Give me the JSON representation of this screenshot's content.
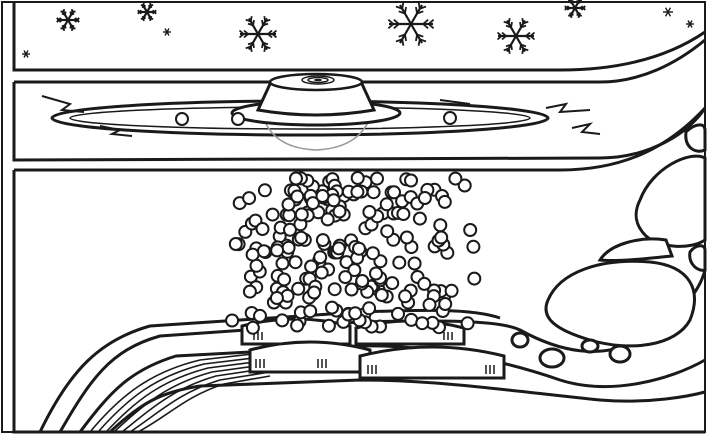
{
  "scene": {
    "style": "black-and-white line illustration",
    "colors": {
      "ink": "#1a1a1a",
      "paper": "#ffffff",
      "gray": "#9a9a9a"
    },
    "regions": [
      {
        "name": "winter-sky-panel",
        "icons": [
          "snowflake-icon"
        ]
      },
      {
        "name": "pond-surface-panel",
        "icons": [
          "floating-deicer-icon",
          "ice-crack-icon"
        ]
      },
      {
        "name": "underwater-panel",
        "icons": [
          "air-bubble-icon",
          "aerator-diffuser-icon",
          "rock-icon",
          "air-tubing-icon"
        ]
      }
    ]
  }
}
